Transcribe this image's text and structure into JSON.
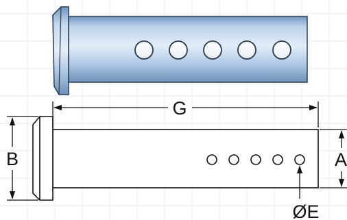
{
  "labels": {
    "length": "G",
    "head_diameter": "B",
    "shaft_diameter": "A",
    "hole_diameter": "ØE"
  },
  "colors": {
    "background": "#ffffff",
    "grid": "#e6e8ec",
    "steel_light": "#d9e6f4",
    "steel_mid": "#a9c4e2",
    "steel_dark": "#6c8fb8",
    "outline": "#2a3a4c",
    "line": "#111111"
  },
  "pin": {
    "hole_count": 5
  }
}
